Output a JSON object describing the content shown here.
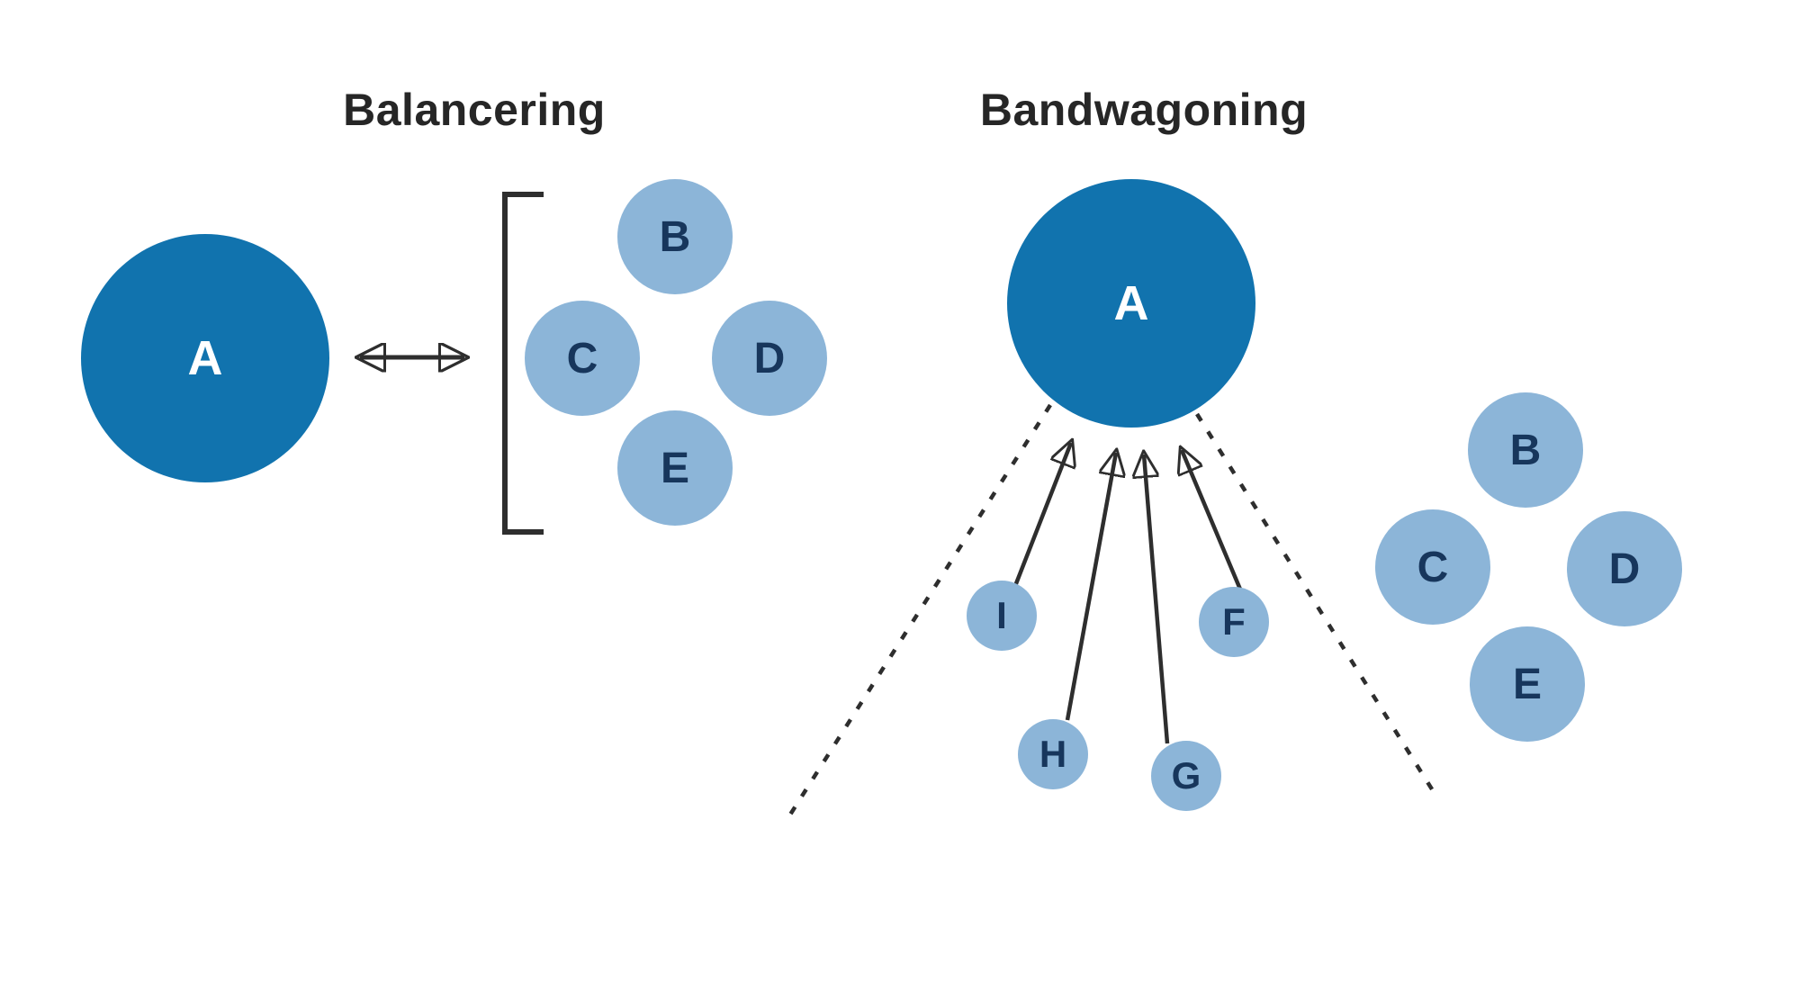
{
  "colors": {
    "hegemon_fill": "#1173ae",
    "state_fill": "#8cb5d8",
    "state_text": "#17365c",
    "hegemon_text": "#ffffff",
    "title_text": "#262626",
    "line": "#2e2e2e",
    "bracket": "#4a4a4a",
    "bg": "#ffffff"
  },
  "balancing": {
    "title": "Balancering",
    "hegemon_label": "A",
    "coalition": [
      "B",
      "C",
      "D",
      "E"
    ]
  },
  "bandwagoning": {
    "title": "Bandwagoning",
    "hegemon_label": "A",
    "followers": [
      "I",
      "H",
      "G",
      "F"
    ],
    "coalition": [
      "B",
      "C",
      "D",
      "E"
    ]
  }
}
